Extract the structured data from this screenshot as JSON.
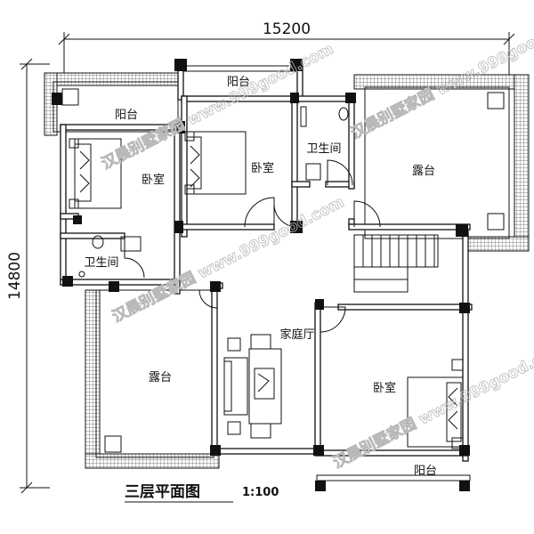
{
  "dimensions": {
    "width": "15200",
    "height": "14800"
  },
  "rooms": {
    "balcony_top": "阳台",
    "balcony_top_left": "阳台",
    "bedroom_left": "卧室",
    "bedroom_middle": "卧室",
    "bathroom_top": "卫生间",
    "terrace_right": "露台",
    "bathroom_left": "卫生间",
    "family_hall": "家庭厅",
    "terrace_left": "露台",
    "bedroom_right": "卧室",
    "balcony_bottom": "阳台"
  },
  "title": {
    "text": "三层平面图",
    "scale": "1:100"
  },
  "watermarks": [
    "汉晨别墅家园 www.999good.com",
    "汉晨别墅家园 www.999good.com",
    "汉晨别墅家园 www.999good.com",
    "汉晨别墅家园 www.999good.com"
  ]
}
